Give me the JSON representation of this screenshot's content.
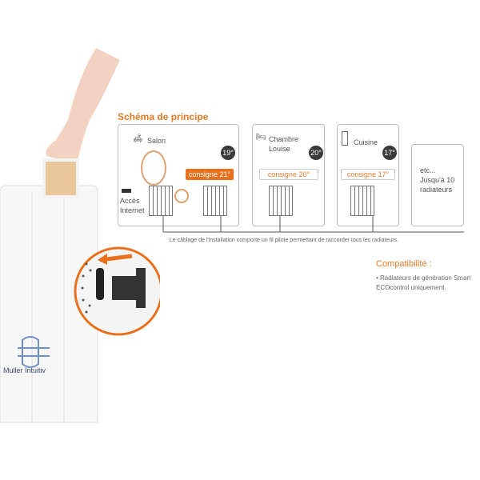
{
  "title": "Schéma de principe",
  "rooms": [
    {
      "name": "Salon",
      "temp": "19°",
      "consigne": "consigne 21°"
    },
    {
      "name": "Chambre Louise",
      "temp": "20°",
      "consigne": "consigne 20°"
    },
    {
      "name": "Cuisine",
      "temp": "17°",
      "consigne": "consigne 17°"
    }
  ],
  "internet": "Accès Internet",
  "etc": "etc... Jusqu'à 10 radiateurs",
  "caption": "Le câblage de l'installation comporte un fil pilote permettant de raccorder tous les radiateurs.",
  "compat_title": "Compatibilité :",
  "compat_text": "• Radiateurs de génération Smart ECOcontrol uniquement.",
  "brand": "Muller Intuitiv",
  "colors": {
    "accent": "#e8701d",
    "dark": "#3a3a3a"
  }
}
